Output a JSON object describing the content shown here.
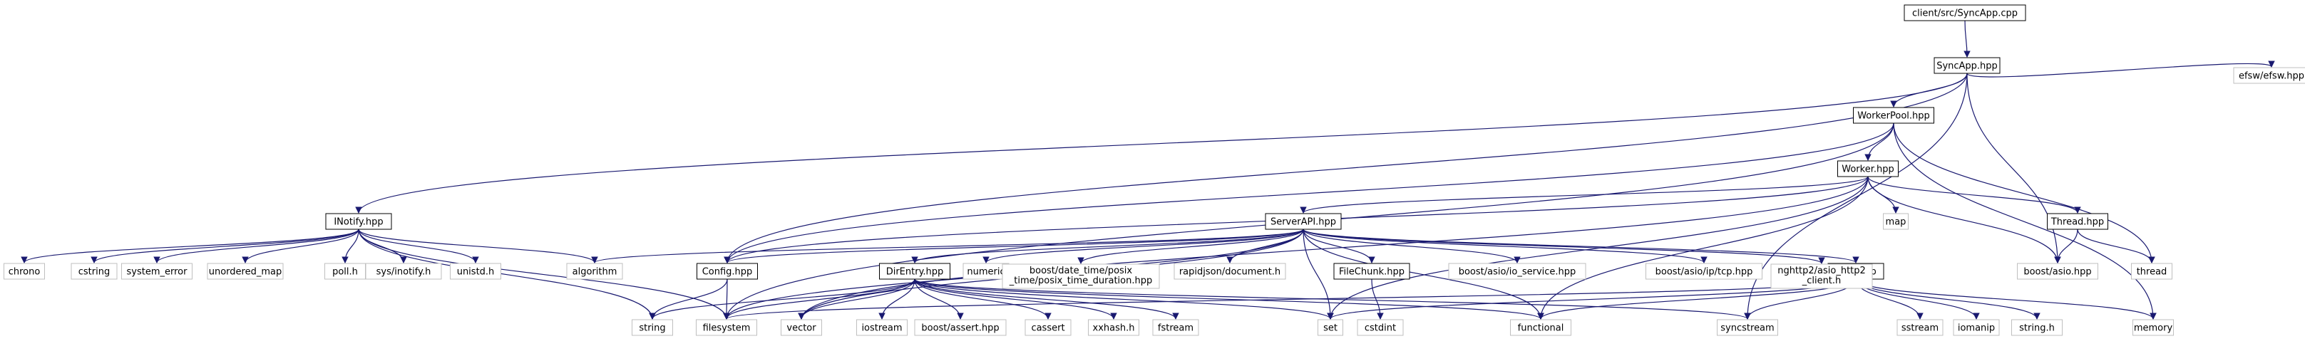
{
  "colors": {
    "edge": "#191970",
    "system_edge": "#707080",
    "box_border": "#000000",
    "system_border": "#bfbfbf",
    "root_fill": "#bfbfbf",
    "label": "#000000"
  },
  "nodes": [
    {
      "id": "root",
      "label": "client/src/SyncApp.cpp",
      "kind": "root"
    },
    {
      "id": "syncapp",
      "label": "SyncApp.hpp",
      "kind": "file"
    },
    {
      "id": "efsw",
      "label": "efsw/efsw.hpp",
      "kind": "system"
    },
    {
      "id": "workerpool",
      "label": "WorkerPool.hpp",
      "kind": "file"
    },
    {
      "id": "worker",
      "label": "Worker.hpp",
      "kind": "file"
    },
    {
      "id": "inotify",
      "label": "INotify.hpp",
      "kind": "file"
    },
    {
      "id": "serverapi",
      "label": "ServerAPI.hpp",
      "kind": "file"
    },
    {
      "id": "thread_hpp",
      "label": "Thread.hpp",
      "kind": "file"
    },
    {
      "id": "map",
      "label": "map",
      "kind": "system"
    },
    {
      "id": "config",
      "label": "Config.hpp",
      "kind": "file"
    },
    {
      "id": "direntry",
      "label": "DirEntry.hpp",
      "kind": "file"
    },
    {
      "id": "filechunk",
      "label": "FileChunk.hpp",
      "kind": "file"
    },
    {
      "id": "utils",
      "label": "Utils.hpp",
      "kind": "file"
    },
    {
      "id": "chrono",
      "label": "chrono",
      "kind": "system"
    },
    {
      "id": "cstring",
      "label": "cstring",
      "kind": "system"
    },
    {
      "id": "system_error",
      "label": "system_error",
      "kind": "system"
    },
    {
      "id": "unordered_map",
      "label": "unordered_map",
      "kind": "system"
    },
    {
      "id": "poll",
      "label": "poll.h",
      "kind": "system"
    },
    {
      "id": "sysinotify",
      "label": "sys/inotify.h",
      "kind": "system"
    },
    {
      "id": "unistd",
      "label": "unistd.h",
      "kind": "system"
    },
    {
      "id": "algorithm",
      "label": "algorithm",
      "kind": "system"
    },
    {
      "id": "numeric",
      "label": "numeric",
      "kind": "system"
    },
    {
      "id": "posix",
      "label": [
        "boost/date_time/posix",
        "_time/posix_time_duration.hpp"
      ],
      "kind": "system"
    },
    {
      "id": "rapidjson",
      "label": "rapidjson/document.h",
      "kind": "system"
    },
    {
      "id": "ioservice",
      "label": "boost/asio/io_service.hpp",
      "kind": "system"
    },
    {
      "id": "iptcp",
      "label": "boost/asio/ip/tcp.hpp",
      "kind": "system"
    },
    {
      "id": "nghttp2",
      "label": [
        "nghttp2/asio_http2",
        "_client.h"
      ],
      "kind": "system"
    },
    {
      "id": "boostasio",
      "label": "boost/asio.hpp",
      "kind": "system"
    },
    {
      "id": "thread_sys",
      "label": "thread",
      "kind": "system"
    },
    {
      "id": "string",
      "label": "string",
      "kind": "system"
    },
    {
      "id": "filesystem",
      "label": "filesystem",
      "kind": "system"
    },
    {
      "id": "vector",
      "label": "vector",
      "kind": "system"
    },
    {
      "id": "iostream",
      "label": "iostream",
      "kind": "system"
    },
    {
      "id": "boostassert",
      "label": "boost/assert.hpp",
      "kind": "system"
    },
    {
      "id": "cassert",
      "label": "cassert",
      "kind": "system"
    },
    {
      "id": "xxhash",
      "label": "xxhash.h",
      "kind": "system"
    },
    {
      "id": "fstream",
      "label": "fstream",
      "kind": "system"
    },
    {
      "id": "set",
      "label": "set",
      "kind": "system"
    },
    {
      "id": "cstdint",
      "label": "cstdint",
      "kind": "system"
    },
    {
      "id": "functional",
      "label": "functional",
      "kind": "system"
    },
    {
      "id": "syncstream",
      "label": "syncstream",
      "kind": "system"
    },
    {
      "id": "sstream",
      "label": "sstream",
      "kind": "system"
    },
    {
      "id": "iomanip",
      "label": "iomanip",
      "kind": "system"
    },
    {
      "id": "stringh",
      "label": "string.h",
      "kind": "system"
    },
    {
      "id": "memory",
      "label": "memory",
      "kind": "system"
    }
  ],
  "edges": [
    [
      "root",
      "syncapp"
    ],
    [
      "syncapp",
      "efsw"
    ],
    [
      "syncapp",
      "workerpool"
    ],
    [
      "syncapp",
      "inotify"
    ],
    [
      "syncapp",
      "config"
    ],
    [
      "syncapp",
      "boostasio"
    ],
    [
      "syncapp",
      "syncstream"
    ],
    [
      "workerpool",
      "worker"
    ],
    [
      "workerpool",
      "filesystem"
    ],
    [
      "workerpool",
      "config"
    ],
    [
      "workerpool",
      "thread_sys"
    ],
    [
      "workerpool",
      "memory"
    ],
    [
      "worker",
      "serverapi"
    ],
    [
      "worker",
      "thread_hpp"
    ],
    [
      "worker",
      "map"
    ],
    [
      "worker",
      "boostasio"
    ],
    [
      "worker",
      "config"
    ],
    [
      "worker",
      "vector"
    ],
    [
      "worker",
      "set"
    ],
    [
      "worker",
      "functional"
    ],
    [
      "inotify",
      "chrono"
    ],
    [
      "inotify",
      "cstring"
    ],
    [
      "inotify",
      "system_error"
    ],
    [
      "inotify",
      "unordered_map"
    ],
    [
      "inotify",
      "poll"
    ],
    [
      "inotify",
      "sysinotify"
    ],
    [
      "inotify",
      "unistd"
    ],
    [
      "inotify",
      "algorithm"
    ],
    [
      "inotify",
      "string"
    ],
    [
      "inotify",
      "filesystem"
    ],
    [
      "serverapi",
      "algorithm"
    ],
    [
      "serverapi",
      "config"
    ],
    [
      "serverapi",
      "direntry"
    ],
    [
      "serverapi",
      "numeric"
    ],
    [
      "serverapi",
      "posix"
    ],
    [
      "serverapi",
      "rapidjson"
    ],
    [
      "serverapi",
      "filechunk"
    ],
    [
      "serverapi",
      "ioservice"
    ],
    [
      "serverapi",
      "iptcp"
    ],
    [
      "serverapi",
      "nghttp2"
    ],
    [
      "serverapi",
      "utils"
    ],
    [
      "serverapi",
      "set"
    ],
    [
      "serverapi",
      "functional"
    ],
    [
      "serverapi",
      "vector"
    ],
    [
      "serverapi",
      "filesystem"
    ],
    [
      "thread_hpp",
      "boostasio"
    ],
    [
      "thread_hpp",
      "thread_sys"
    ],
    [
      "config",
      "string"
    ],
    [
      "config",
      "filesystem"
    ],
    [
      "direntry",
      "string"
    ],
    [
      "direntry",
      "filesystem"
    ],
    [
      "direntry",
      "vector"
    ],
    [
      "direntry",
      "iostream"
    ],
    [
      "direntry",
      "boostassert"
    ],
    [
      "direntry",
      "cassert"
    ],
    [
      "direntry",
      "xxhash"
    ],
    [
      "direntry",
      "fstream"
    ],
    [
      "direntry",
      "set"
    ],
    [
      "direntry",
      "functional"
    ],
    [
      "direntry",
      "syncstream"
    ],
    [
      "filechunk",
      "cstdint"
    ],
    [
      "utils",
      "filesystem"
    ],
    [
      "utils",
      "set"
    ],
    [
      "utils",
      "functional"
    ],
    [
      "utils",
      "syncstream"
    ],
    [
      "utils",
      "sstream"
    ],
    [
      "utils",
      "iomanip"
    ],
    [
      "utils",
      "stringh"
    ],
    [
      "utils",
      "memory"
    ]
  ]
}
